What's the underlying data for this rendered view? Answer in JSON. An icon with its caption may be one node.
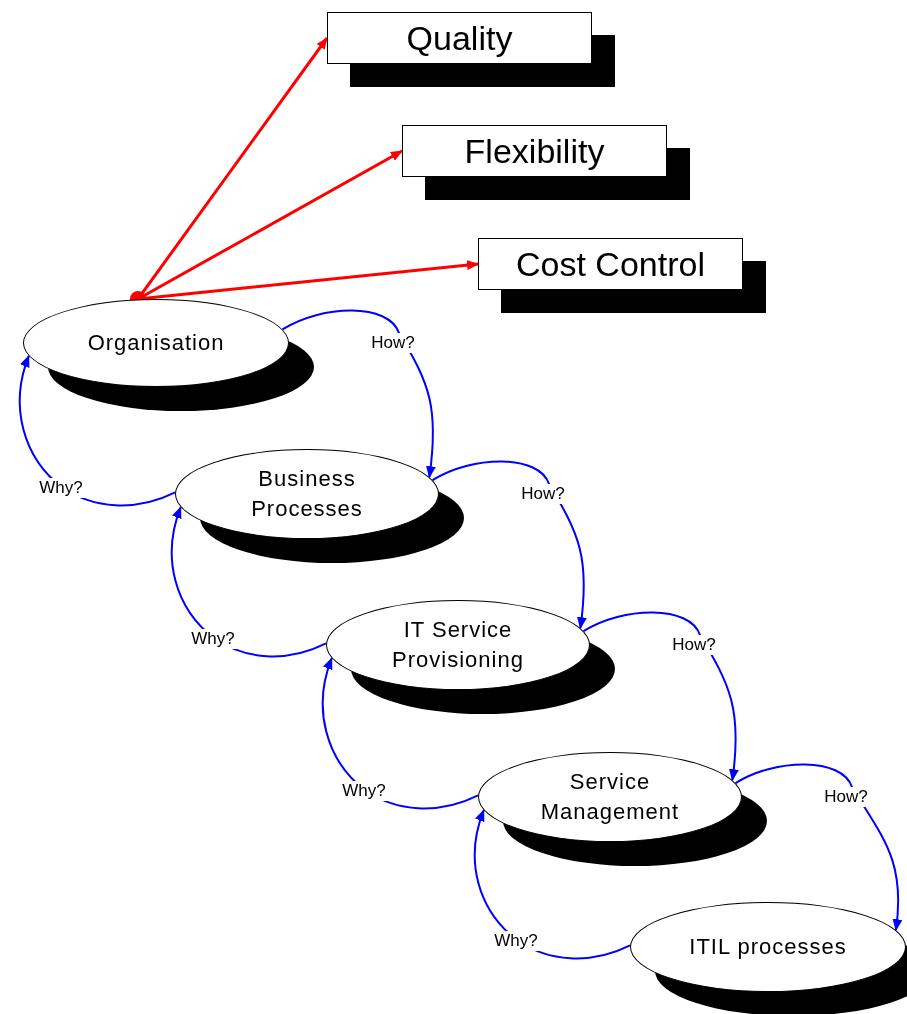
{
  "diagram": {
    "nodes": [
      {
        "text": [
          "Quality"
        ]
      },
      {
        "text": [
          "Flexibility"
        ]
      },
      {
        "text": [
          "Cost Control"
        ]
      },
      {
        "text": [
          "Organisation"
        ]
      },
      {
        "text": [
          "Business Processes"
        ]
      },
      {
        "text": [
          "IT Service Provisioning"
        ]
      },
      {
        "text": [
          "Service Management"
        ]
      },
      {
        "text": [
          "ITIL processes"
        ]
      }
    ],
    "edges": [
      {
        "from": 3,
        "to": 0,
        "arrow": "to",
        "color": "#ff0000"
      },
      {
        "from": 3,
        "to": 1,
        "arrow": "to",
        "color": "#ff0000"
      },
      {
        "from": 3,
        "to": 2,
        "arrow": "to",
        "color": "#ff0000"
      },
      {
        "from": 3,
        "to": 4,
        "arrow": "to",
        "label": "How?"
      },
      {
        "from": 4,
        "to": 3,
        "arrow": "to",
        "label": "Why?"
      },
      {
        "from": 4,
        "to": 5,
        "arrow": "to",
        "label": "How?"
      },
      {
        "from": 5,
        "to": 4,
        "arrow": "to",
        "label": "Why?"
      },
      {
        "from": 5,
        "to": 6,
        "arrow": "to",
        "label": "How?"
      },
      {
        "from": 6,
        "to": 5,
        "arrow": "to",
        "label": "Why?"
      },
      {
        "from": 6,
        "to": 7,
        "arrow": "to",
        "label": "How?"
      },
      {
        "from": 7,
        "to": 6,
        "arrow": "to",
        "label": "Why?"
      }
    ]
  }
}
